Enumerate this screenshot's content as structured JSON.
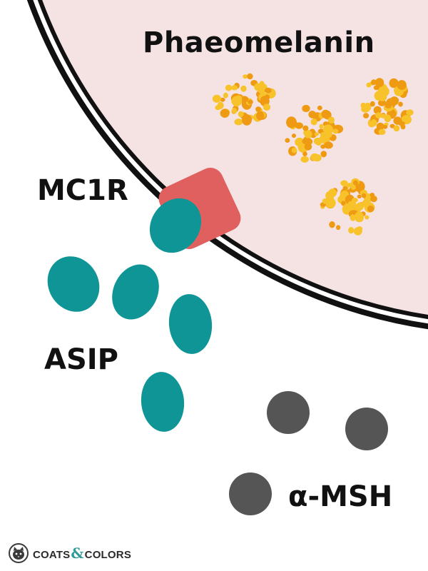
{
  "labels": {
    "pigment": "Phaeomelanin",
    "receptor": "MC1R",
    "antagonist": "ASIP",
    "hormone": "α-MSH"
  },
  "logo": {
    "text_left": "COATS",
    "ampersand": "&",
    "text_right": "COLORS",
    "icon": "cat-face-icon"
  },
  "colors": {
    "cell_fill": "#f5e3e3",
    "membrane": "#111111",
    "receptor": "#e06060",
    "asip": "#0f9595",
    "msh": "#555555",
    "pigment_light": "#f7c22a",
    "pigment_dark": "#ee9a12"
  },
  "icons": {
    "pigment_granule": "pigment-granule-icon"
  }
}
